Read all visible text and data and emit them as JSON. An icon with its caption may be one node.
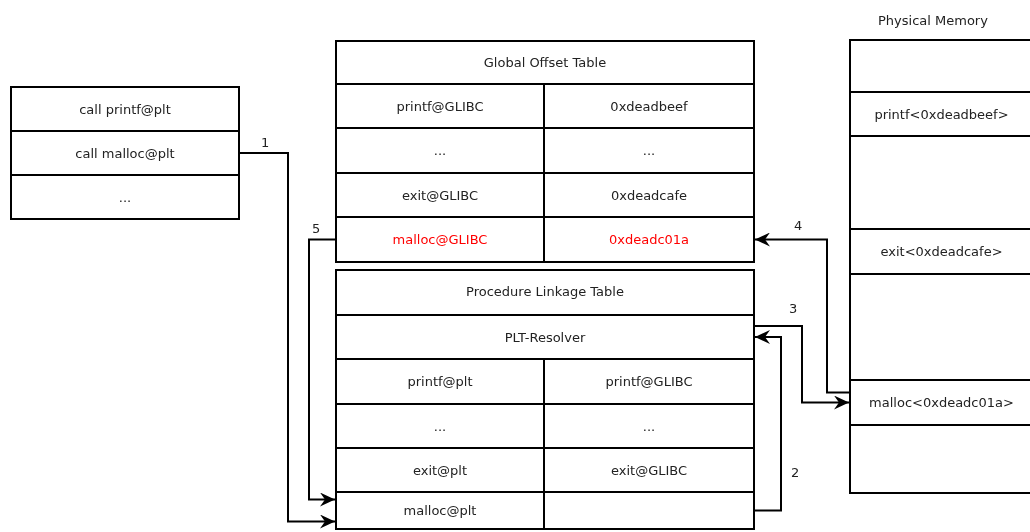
{
  "diagram": {
    "nodes": [
      {
        "text": [],
        "shape": "box"
      },
      {
        "text": [
          "call printf@plt"
        ],
        "in": 0
      },
      {
        "text": [
          "call malloc@plt"
        ],
        "in": 0
      },
      {
        "text": [
          "..."
        ],
        "in": 0
      },
      {
        "text": [
          "Global Offset Table"
        ]
      },
      {
        "text": [
          "printf@GLIBC"
        ],
        "in": 4
      },
      {
        "text": [
          "0xdeadbeef"
        ],
        "in": 4
      },
      {
        "text": [
          "..."
        ],
        "in": 4
      },
      {
        "text": [
          "..."
        ],
        "in": 4
      },
      {
        "text": [
          "exit@GLIBC"
        ],
        "in": 4
      },
      {
        "text": [
          "0xdeadcafe"
        ],
        "in": 4
      },
      {
        "text": [
          "malloc@GLIBC"
        ],
        "in": 4
      },
      {
        "text": [
          "0xdeadc01a"
        ],
        "in": 4
      },
      {
        "text": [
          "Procedure Linkage Table"
        ]
      },
      {
        "text": [
          "PLT-Resolver"
        ],
        "in": 13
      },
      {
        "text": [
          "printf@plt"
        ],
        "in": 13
      },
      {
        "text": [
          "printf@GLIBC"
        ],
        "in": 13
      },
      {
        "text": [
          "..."
        ],
        "in": 13
      },
      {
        "text": [
          "..."
        ],
        "in": 13
      },
      {
        "text": [
          "exit@plt"
        ],
        "in": 13
      },
      {
        "text": [
          "exit@GLIBC"
        ],
        "in": 13
      },
      {
        "text": [
          "malloc@plt"
        ],
        "in": 13
      },
      {
        "text": [],
        "shape": "box",
        "in": 13
      },
      {
        "text": [
          "Physical Memory"
        ]
      },
      {
        "text": [
          "printf<0xdeadbeef>"
        ],
        "in": 23
      },
      {
        "text": [
          "exit<0xdeadcafe>"
        ],
        "in": 23
      },
      {
        "text": [
          "malloc<0xdeadc01a>"
        ],
        "in": 23
      }
    ],
    "edges": [
      {
        "from": 2,
        "to": 21,
        "arrow": "to",
        "label": "1"
      },
      {
        "from": 22,
        "to": 14,
        "arrow": "to",
        "label": "2"
      },
      {
        "from": 14,
        "to": 26,
        "arrow": "to",
        "label": "3"
      },
      {
        "from": 26,
        "to": 12,
        "arrow": "to",
        "label": "4"
      },
      {
        "from": 11,
        "to": 21,
        "arrow": "to",
        "label": "5"
      }
    ]
  }
}
